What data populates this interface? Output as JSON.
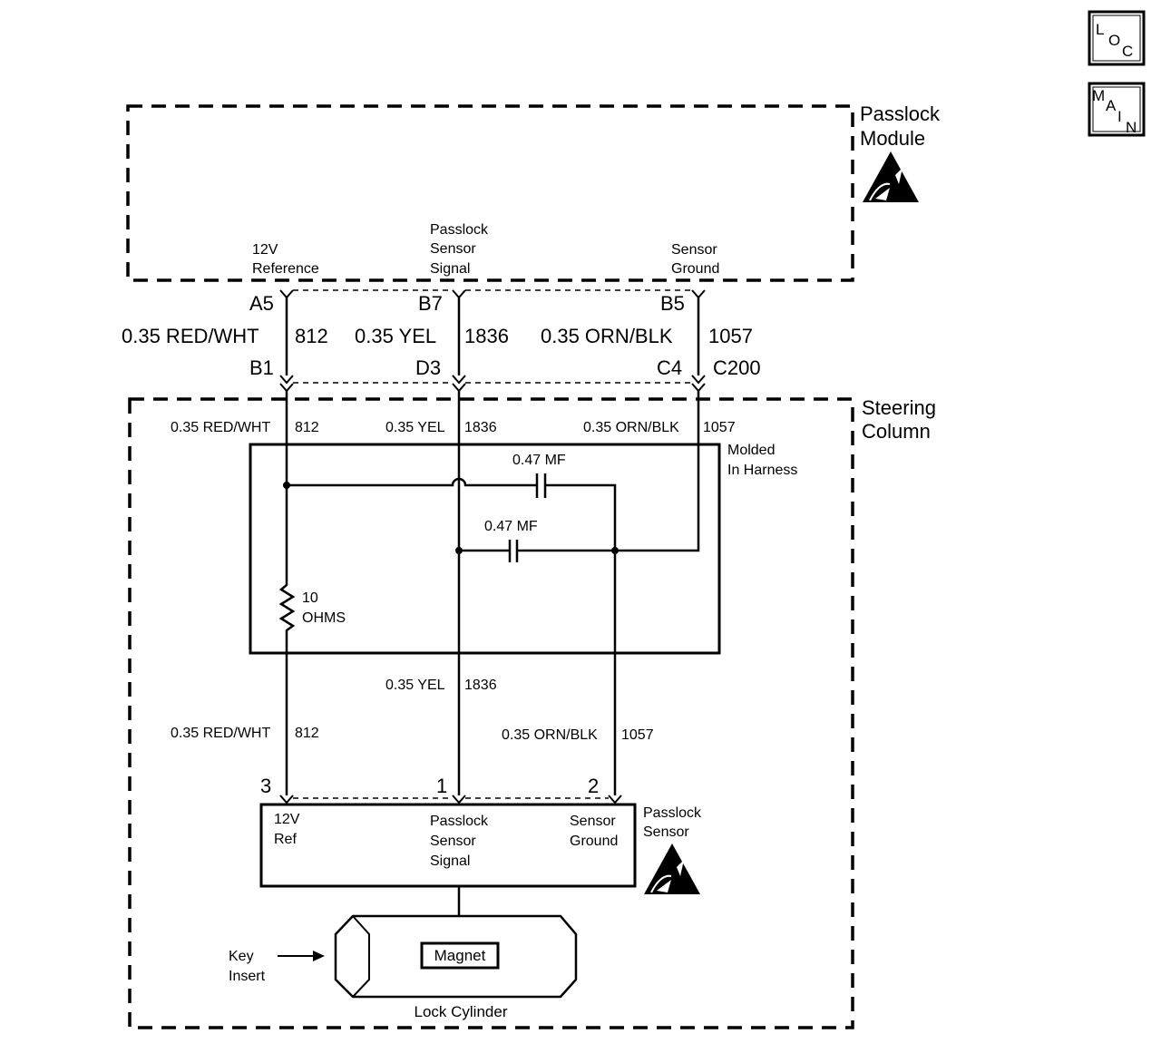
{
  "nav": {
    "loc": [
      "L",
      "O",
      "C"
    ],
    "main": [
      "M",
      "A",
      "I",
      "N"
    ]
  },
  "module": {
    "title_line1": "Passlock",
    "title_line2": "Module",
    "pin_labels": {
      "ref_line1": "12V",
      "ref_line2": "Reference",
      "sig_line1": "Passlock",
      "sig_line2": "Sensor",
      "sig_line3": "Signal",
      "gnd_line1": "Sensor",
      "gnd_line2": "Ground"
    }
  },
  "connectors": {
    "top_pins": [
      "A5",
      "B7",
      "B5"
    ],
    "bottom_pins": [
      "B1",
      "D3",
      "C4"
    ],
    "name": "C200"
  },
  "wires_upper": [
    {
      "color": "0.35 RED/WHT",
      "circuit": "812"
    },
    {
      "color": "0.35 YEL",
      "circuit": "1836"
    },
    {
      "color": "0.35 ORN/BLK",
      "circuit": "1057"
    }
  ],
  "steering": {
    "title_line1": "Steering",
    "title_line2": "Column",
    "wires_top": [
      {
        "color": "0.35 RED/WHT",
        "circuit": "812"
      },
      {
        "color": "0.35 YEL",
        "circuit": "1836"
      },
      {
        "color": "0.35 ORN/BLK",
        "circuit": "1057"
      }
    ],
    "harness_line1": "Molded",
    "harness_line2": "In Harness",
    "cap1": "0.47 MF",
    "cap2": "0.47 MF",
    "resistor_line1": "10",
    "resistor_line2": "OHMS",
    "wires_lower": [
      {
        "color": "0.35 YEL",
        "circuit": "1836"
      },
      {
        "color": "0.35 RED/WHT",
        "circuit": "812"
      },
      {
        "color": "0.35 ORN/BLK",
        "circuit": "1057"
      }
    ],
    "sensor_pins": [
      "3",
      "1",
      "2"
    ]
  },
  "sensor": {
    "title_line1": "Passlock",
    "title_line2": "Sensor",
    "ref_line1": "12V",
    "ref_line2": "Ref",
    "sig_line1": "Passlock",
    "sig_line2": "Sensor",
    "sig_line3": "Signal",
    "gnd_line1": "Sensor",
    "gnd_line2": "Ground"
  },
  "lock": {
    "magnet": "Magnet",
    "name": "Lock Cylinder",
    "key_line1": "Key",
    "key_line2": "Insert"
  },
  "colors": {
    "ink": "#000000",
    "paper": "#ffffff"
  }
}
